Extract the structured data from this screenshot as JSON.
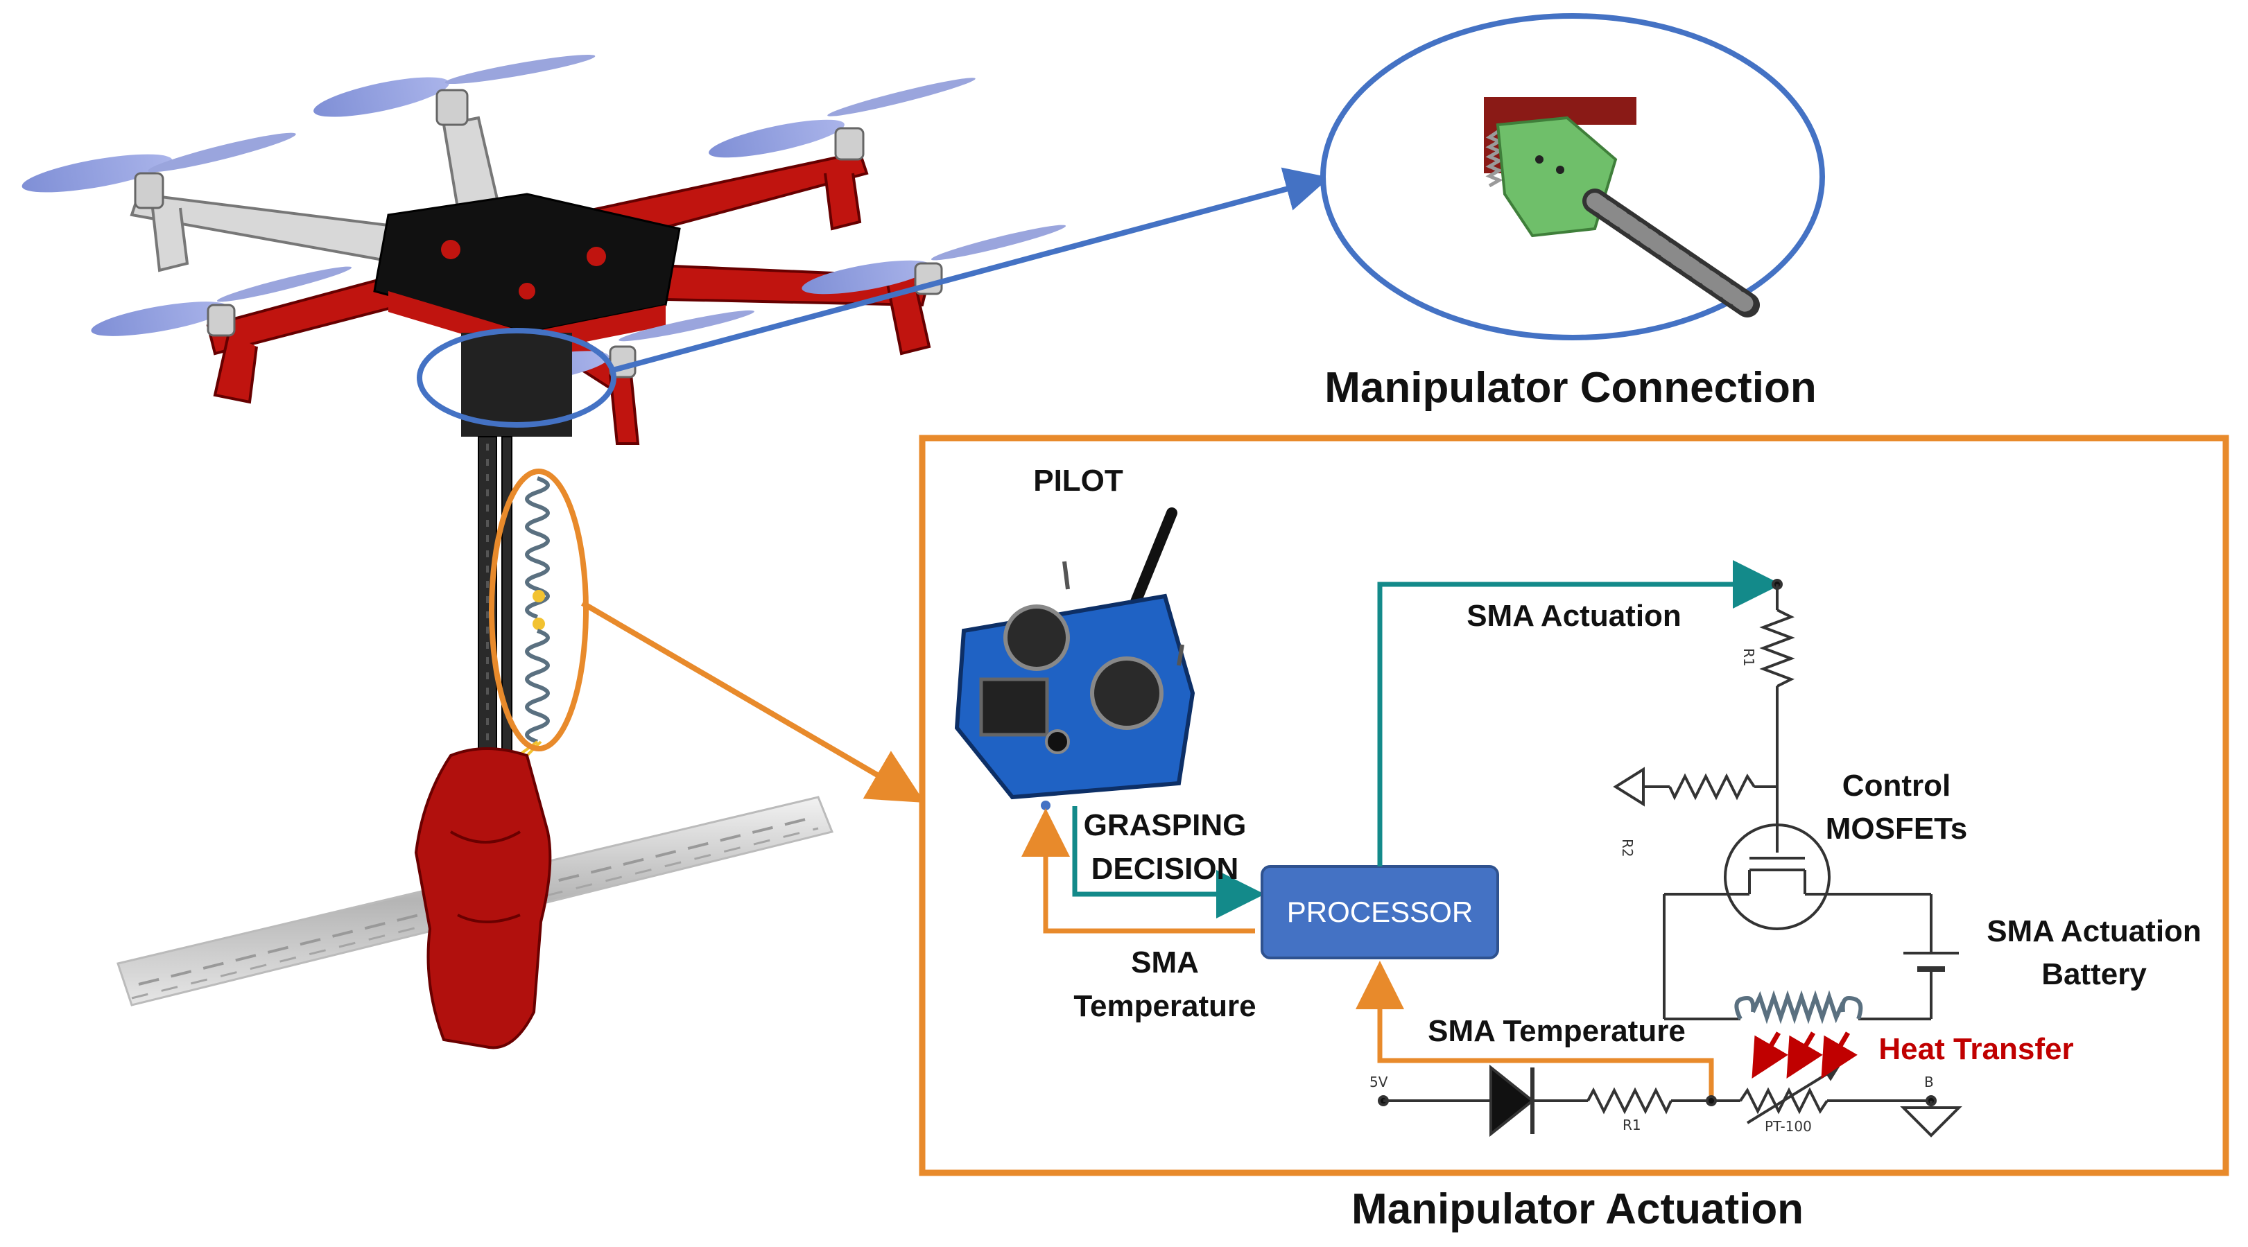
{
  "labels": {
    "manipulator_connection": "Manipulator Connection",
    "manipulator_actuation": "Manipulator Actuation",
    "pilot": "PILOT",
    "grasping_decision_line1": "GRASPING",
    "grasping_decision_line2": "DECISION",
    "processor": "PROCESSOR",
    "sma_temperature_left_line1": "SMA",
    "sma_temperature_left_line2": "Temperature",
    "sma_actuation": "SMA Actuation",
    "sma_temperature": "SMA Temperature",
    "control_line1": "Control",
    "control_line2": "MOSFETs",
    "battery_line1": "SMA Actuation",
    "battery_line2": "Battery",
    "heat_transfer": "Heat Transfer"
  },
  "circuit": {
    "r1_top": "R1",
    "r2": "R2",
    "v5": "5V",
    "r1_bottom": "R1",
    "pt100": "PT-100",
    "b": "B"
  },
  "colors": {
    "blue_outline": "#4472c4",
    "orange": "#e88a2b",
    "teal": "#138a8a",
    "processor_fill": "#4472c4",
    "heat_arrow": "#c00000",
    "drone_red": "#c0140f",
    "drone_black": "#111111"
  }
}
